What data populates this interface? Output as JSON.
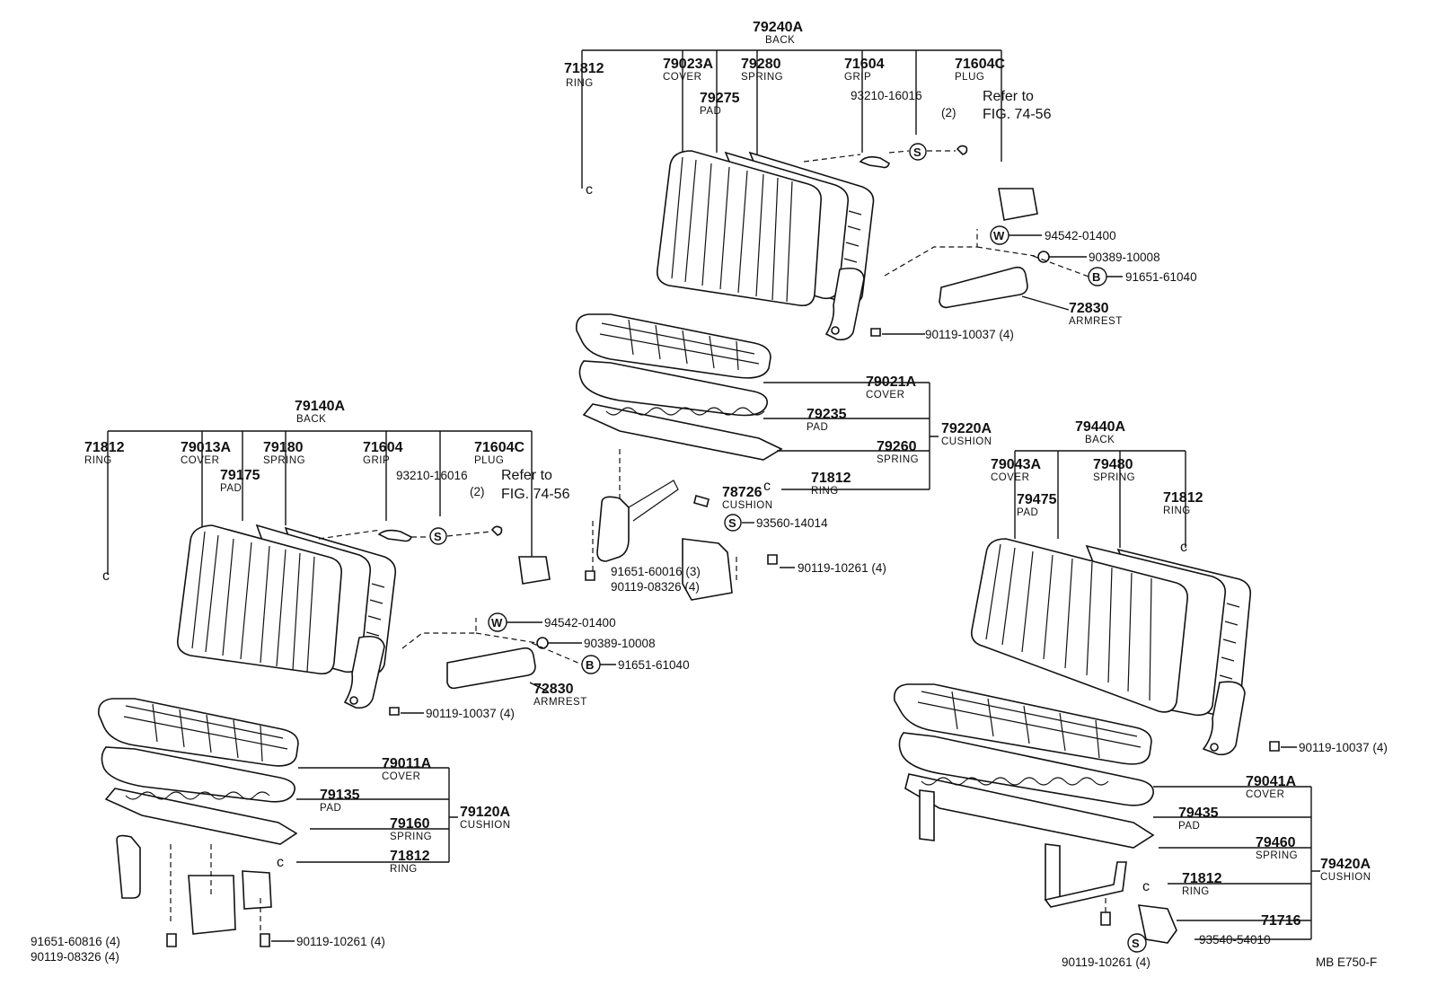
{
  "diagram": {
    "top": {
      "assembly": {
        "num": "79240A",
        "sub": "BACK"
      },
      "ring": {
        "num": "71812",
        "sub": "RING"
      },
      "cover": {
        "num": "79023A",
        "sub": "COVER"
      },
      "pad": {
        "num": "79275",
        "sub": "PAD"
      },
      "spring": {
        "num": "79280",
        "sub": "SPRING"
      },
      "grip": {
        "num": "71604",
        "sub": "GRIP"
      },
      "screw": {
        "num": "93210-16016",
        "qty": "(2)"
      },
      "plug": {
        "num": "71604C",
        "sub": "PLUG"
      },
      "refer": {
        "line1": "Refer to",
        "line2": "FIG. 74-56"
      },
      "washer": "94542-01400",
      "nut": "90389-10008",
      "bolt": "91651-61040",
      "armrest": {
        "num": "72830",
        "sub": "ARMREST"
      },
      "base_bolt": "90119-10037 (4)"
    },
    "center": {
      "assembly": {
        "num": "79220A",
        "sub": "CUSHION"
      },
      "cover": {
        "num": "79021A",
        "sub": "COVER"
      },
      "pad": {
        "num": "79235",
        "sub": "PAD"
      },
      "spring": {
        "num": "79260",
        "sub": "SPRING"
      },
      "ring": {
        "num": "71812",
        "sub": "RING"
      },
      "cushion_small": {
        "num": "78726",
        "sub": "CUSHION"
      },
      "screw": "93560-14014",
      "bolt_right": "90119-10261 (4)",
      "bolt_a": "91651-60016 (3)",
      "bolt_b": "90119-08326 (4)"
    },
    "left": {
      "assembly": {
        "num": "79140A",
        "sub": "BACK"
      },
      "ring": {
        "num": "71812",
        "sub": "RING"
      },
      "cover": {
        "num": "79013A",
        "sub": "COVER"
      },
      "pad": {
        "num": "79175",
        "sub": "PAD"
      },
      "spring": {
        "num": "79180",
        "sub": "SPRING"
      },
      "grip": {
        "num": "71604",
        "sub": "GRIP"
      },
      "screw": {
        "num": "93210-16016",
        "qty": "(2)"
      },
      "plug": {
        "num": "71604C",
        "sub": "PLUG"
      },
      "refer": {
        "line1": "Refer to",
        "line2": "FIG. 74-56"
      },
      "washer": "94542-01400",
      "nut": "90389-10008",
      "bolt": "91651-61040",
      "armrest": {
        "num": "72830",
        "sub": "ARMREST"
      },
      "base_bolt": "90119-10037 (4)",
      "cushion_assembly": {
        "num": "79120A",
        "sub": "CUSHION"
      },
      "cushion_cover": {
        "num": "79011A",
        "sub": "COVER"
      },
      "cushion_pad": {
        "num": "79135",
        "sub": "PAD"
      },
      "cushion_spring": {
        "num": "79160",
        "sub": "SPRING"
      },
      "cushion_ring": {
        "num": "71812",
        "sub": "RING"
      },
      "bottom_a": "91651-60816 (4)",
      "bottom_b": "90119-08326 (4)",
      "bottom_c": "90119-10261 (4)"
    },
    "right": {
      "assembly": {
        "num": "79440A",
        "sub": "BACK"
      },
      "cover": {
        "num": "79043A",
        "sub": "COVER"
      },
      "pad": {
        "num": "79475",
        "sub": "PAD"
      },
      "spring": {
        "num": "79480",
        "sub": "SPRING"
      },
      "ring": {
        "num": "71812",
        "sub": "RING"
      },
      "base_bolt": "90119-10037 (4)",
      "cushion_assembly": {
        "num": "79420A",
        "sub": "CUSHION"
      },
      "cushion_cover": {
        "num": "79041A",
        "sub": "COVER"
      },
      "cushion_pad": {
        "num": "79435",
        "sub": "PAD"
      },
      "cushion_spring": {
        "num": "79460",
        "sub": "SPRING"
      },
      "cushion_ring": {
        "num": "71812",
        "sub": "RING"
      },
      "bracket": "71716",
      "screw": "93540-54010",
      "bottom_bolt": "90119-10261 (4)"
    },
    "figure_code": "MB  E750-F",
    "circle_letters": {
      "s": "S",
      "w": "W",
      "b": "B"
    }
  }
}
